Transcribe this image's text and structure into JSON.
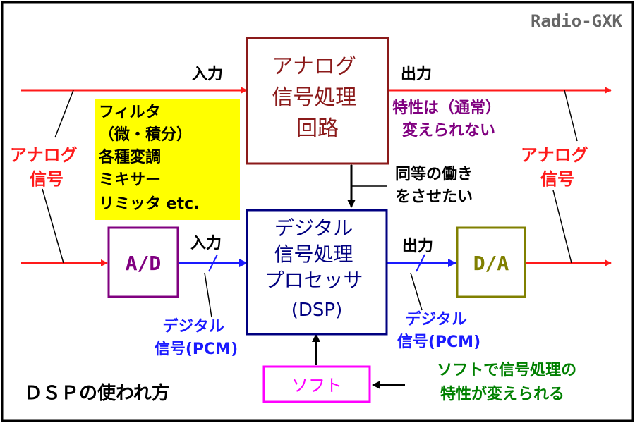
{
  "brand": "Radio-GXK",
  "title": "ＤＳＰの使われ方",
  "analog_block": {
    "lines": [
      "アナログ",
      "信号処理",
      "回路"
    ]
  },
  "dsp_block": {
    "lines": [
      "デジタル",
      "信号処理",
      "プロセッサ",
      "(DSP)"
    ]
  },
  "ad_block": "A/D",
  "da_block": "D/A",
  "soft_block": "ソフト",
  "input_top": "入力",
  "output_top": "出力",
  "input_bottom": "入力",
  "output_bottom": "出力",
  "analog_in_label": [
    "アナログ",
    "信号"
  ],
  "analog_out_label": [
    "アナログ",
    "信号"
  ],
  "fixed_note": [
    "特性は（通常）",
    "変えられない"
  ],
  "same_work_note": [
    "同等の働き",
    "をさせたい"
  ],
  "digital_label_left": [
    "デジタル",
    "信号(PCM)"
  ],
  "digital_label_right": [
    "デジタル",
    "信号(PCM)"
  ],
  "soft_note": [
    "ソフトで信号処理の",
    "特性が変えられる"
  ],
  "yellow_list": [
    "フィルタ",
    "（微・積分）",
    "各種変調",
    "ミキサー",
    "リミッタ etc."
  ],
  "colors": {
    "red": "#ff1a1a",
    "analog_block": "#8b1a1a",
    "dsp_block": "#000080",
    "blue": "#1a1aff",
    "ad": "#800080",
    "da": "#808000",
    "soft": "#ff00ff",
    "fixed_note": "#800080",
    "soft_note": "#008000",
    "highlight": "#ffff00",
    "brand": "#666666"
  }
}
